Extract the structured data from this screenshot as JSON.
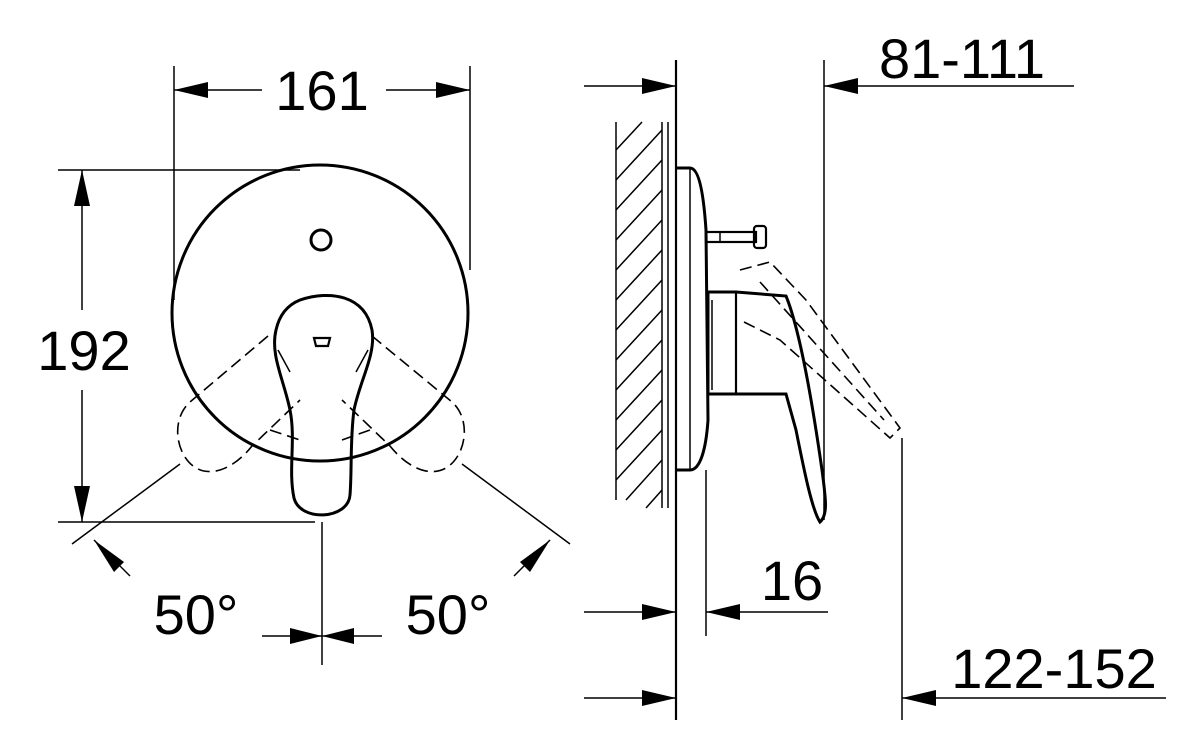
{
  "dimensions": {
    "width_label": "161",
    "height_label": "192",
    "angle_left_label": "50°",
    "angle_right_label": "50°",
    "wall_offset_label": "16",
    "projection_label": "81-111",
    "depth_label": "122-152"
  },
  "colors": {
    "line": "#000000",
    "background": "#ffffff"
  }
}
